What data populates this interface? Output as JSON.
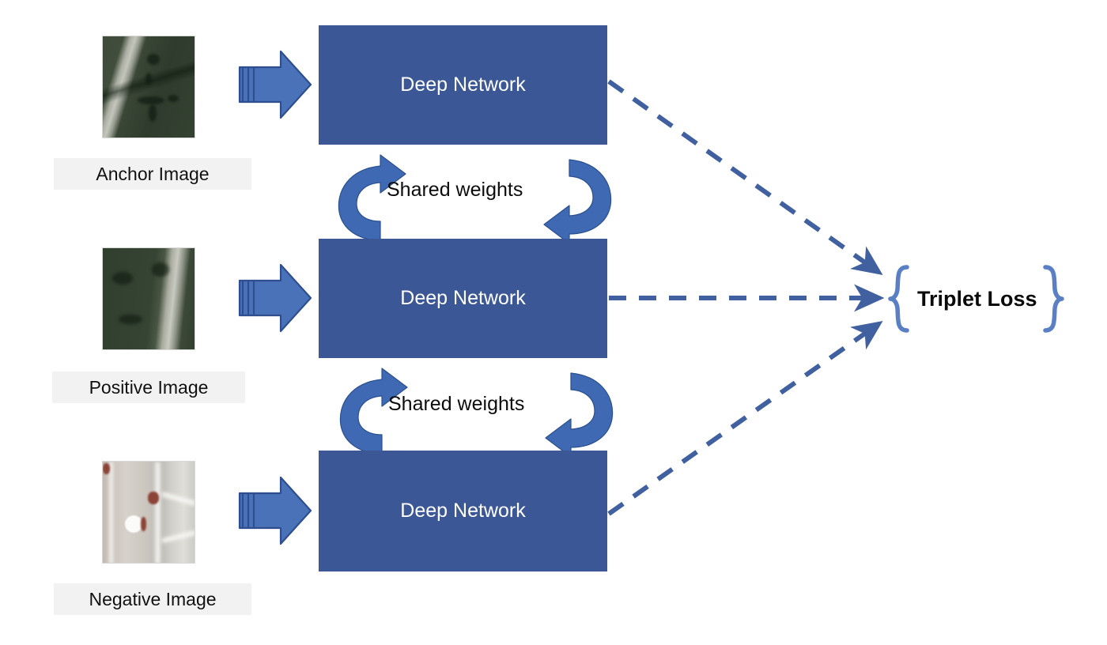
{
  "diagram": {
    "title": "Triplet Loss Siamese Network",
    "colors": {
      "network_box": "#3b5795",
      "solid_arrow": "#4a72b8",
      "solid_arrow_outline": "#2f4e8f",
      "curved_arrow": "#3f6ab3",
      "dashed_arrow": "#41609f",
      "brace": "#5b7fc4",
      "caption_background": "#f2f2f2",
      "page_background": "#ffffff"
    },
    "branches": [
      {
        "id": "anchor",
        "caption": "Anchor Image",
        "thumbnail_name": "anchor-thumbnail",
        "thumbnail_description": "aerial view of forest with pale trail",
        "feed_arrow_name": "feed-arrow-anchor",
        "network_label": "Deep Network",
        "output_arrow_name": "embedding-arrow-anchor"
      },
      {
        "id": "positive",
        "caption": "Positive Image",
        "thumbnail_name": "positive-thumbnail",
        "thumbnail_description": "aerial view of forest with pale trail on right",
        "feed_arrow_name": "feed-arrow-positive",
        "network_label": "Deep Network",
        "output_arrow_name": "embedding-arrow-positive"
      },
      {
        "id": "negative",
        "caption": "Negative Image",
        "thumbnail_name": "negative-thumbnail",
        "thumbnail_description": "washed out pale ground with white and red blobs",
        "feed_arrow_name": "feed-arrow-negative",
        "network_label": "Deep Network",
        "output_arrow_name": "embedding-arrow-negative"
      }
    ],
    "shared_weights": [
      {
        "id": "shared-top",
        "label": "Shared weights"
      },
      {
        "id": "shared-bottom",
        "label": "Shared weights"
      }
    ],
    "loss": {
      "label": "Triplet Loss",
      "left_brace": "{",
      "right_brace": "}"
    }
  }
}
